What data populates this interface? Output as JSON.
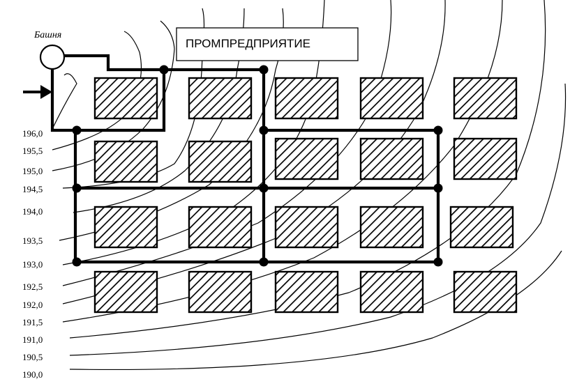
{
  "tower_label": "Башня",
  "plant_label": "ПРОМПРЕДПРИЯТИЕ",
  "elevations": [
    "196,0",
    "195,5",
    "195,0",
    "194,5",
    "194,0",
    "193,5",
    "193,0",
    "192,5",
    "192,0",
    "191,5",
    "191,0",
    "190,5",
    "190,0"
  ]
}
